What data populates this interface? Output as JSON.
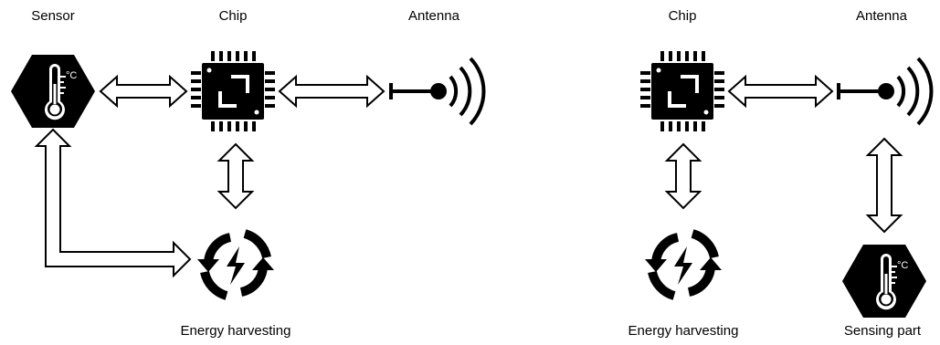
{
  "left_diagram": {
    "sensor_label": "Sensor",
    "chip_label": "Chip",
    "antenna_label": "Antenna",
    "energy_label": "Energy harvesting"
  },
  "right_diagram": {
    "chip_label": "Chip",
    "antenna_label": "Antenna",
    "energy_label": "Energy harvesting",
    "sensing_label": "Sensing part"
  },
  "units": {
    "celsius": "°C"
  },
  "icons": [
    "hexagon-thermometer-icon",
    "chip-icon",
    "antenna-signal-icon",
    "energy-harvesting-icon"
  ]
}
